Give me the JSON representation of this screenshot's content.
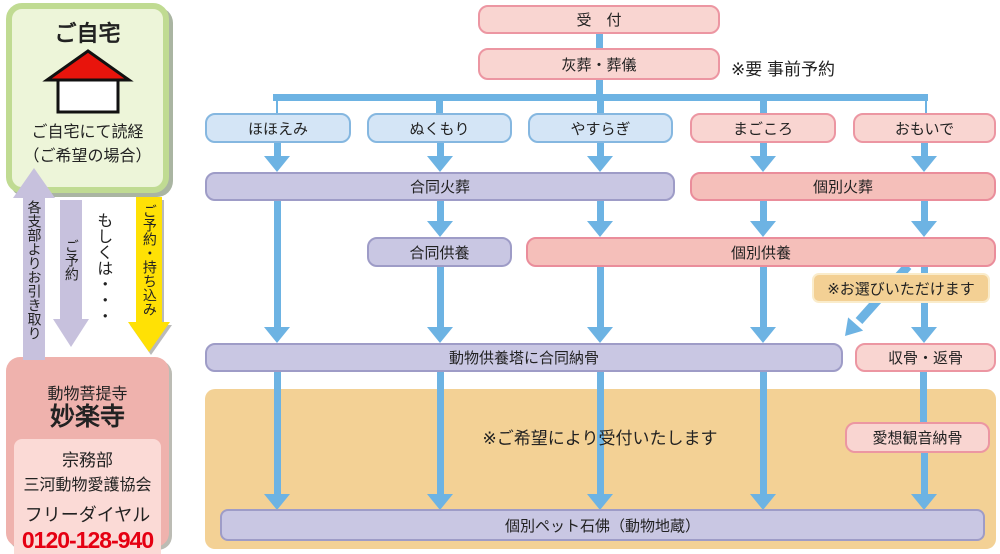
{
  "home_panel": {
    "title": "ご自宅",
    "line1": "ご自宅にて読経",
    "line2": "（ご希望の場合）",
    "house_icon": "house-icon"
  },
  "left_flow": {
    "pickup_arrow_label": "各支部よりお引き取り",
    "reserve_arrow_label": "ご予約",
    "or_text": "もしくは・・・",
    "bringin_arrow_label": "ご予約・持ち込み"
  },
  "temple_panel": {
    "line1": "動物菩提寺",
    "name": "妙楽寺",
    "dept1": "宗務部",
    "dept2": "三河動物愛護協会",
    "phone_label": "フリーダイヤル",
    "phone": "0120-128-940"
  },
  "flow": {
    "reception": "受　付",
    "funeral": "灰葬・葬儀",
    "note_reservation": "※要 事前予約",
    "plans": [
      {
        "label": "ほほえみ",
        "style": "blue"
      },
      {
        "label": "ぬくもり",
        "style": "blue"
      },
      {
        "label": "やすらぎ",
        "style": "blue"
      },
      {
        "label": "まごころ",
        "style": "pink"
      },
      {
        "label": "おもいで",
        "style": "pink"
      }
    ],
    "joint_cremation": "合同火葬",
    "individual_cremation": "個別火葬",
    "joint_memorial": "合同供養",
    "individual_memorial": "個別供養",
    "note_select": "※お選びいただけます",
    "joint_interment": "動物供養塔に合同納骨",
    "bone_return": "収骨・返骨",
    "note_request": "※ご希望により受付いたします",
    "kannon_interment": "愛想観音納骨",
    "stone_buddha": "個別ペット石佛（動物地蔵）"
  },
  "colors": {
    "arrow_blue": "#6db3e3",
    "box_blue": "#d4e5f6",
    "box_pink_light": "#f9d5d1",
    "box_pink_deep": "#f5bfba",
    "box_purple": "#c9c7e3",
    "orange_bg": "#f3d195",
    "yellow_arrow": "#ffe105",
    "lavender_arrow": "#c7c1dd",
    "green_panel": "#edf5d9",
    "temple_pink": "#efb2ad",
    "phone_red": "#e50012",
    "house_roof": "#e8140c"
  }
}
